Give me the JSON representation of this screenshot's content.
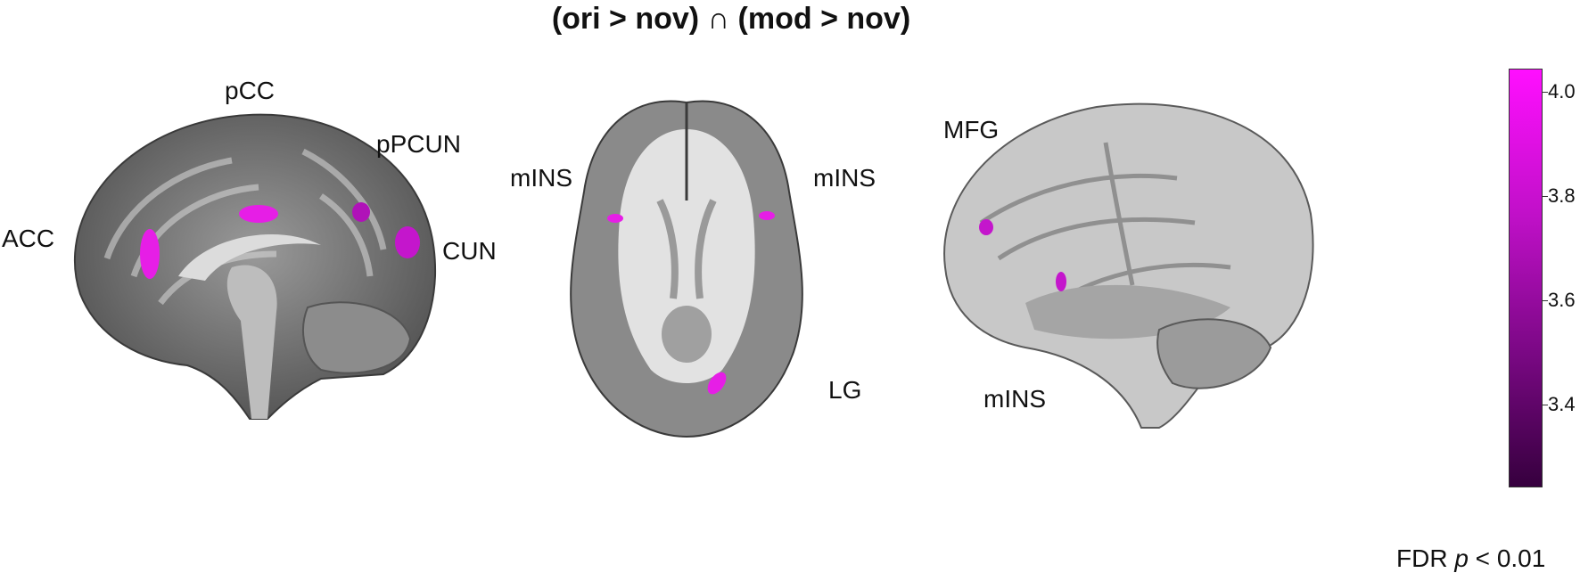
{
  "title": "(ori > nov) ∩ (mod > nov)",
  "labels": {
    "acc": "ACC",
    "pcc": "pCC",
    "ppcun": "pPCUN",
    "cun": "CUN",
    "mins_left": "mINS",
    "mins_right": "mINS",
    "lg": "LG",
    "mfg": "MFG",
    "mins_lateral": "mINS"
  },
  "colorbar": {
    "ticks": [
      "4.0",
      "3.8",
      "3.6",
      "3.4"
    ],
    "max_color": "#ff0fff",
    "min_color": "#36003e"
  },
  "footnote": {
    "prefix": "FDR ",
    "p": "p",
    "suffix": " < 0.01"
  },
  "colors": {
    "activation": "#e61ee6",
    "brain_gray": "#7a7a7a"
  }
}
